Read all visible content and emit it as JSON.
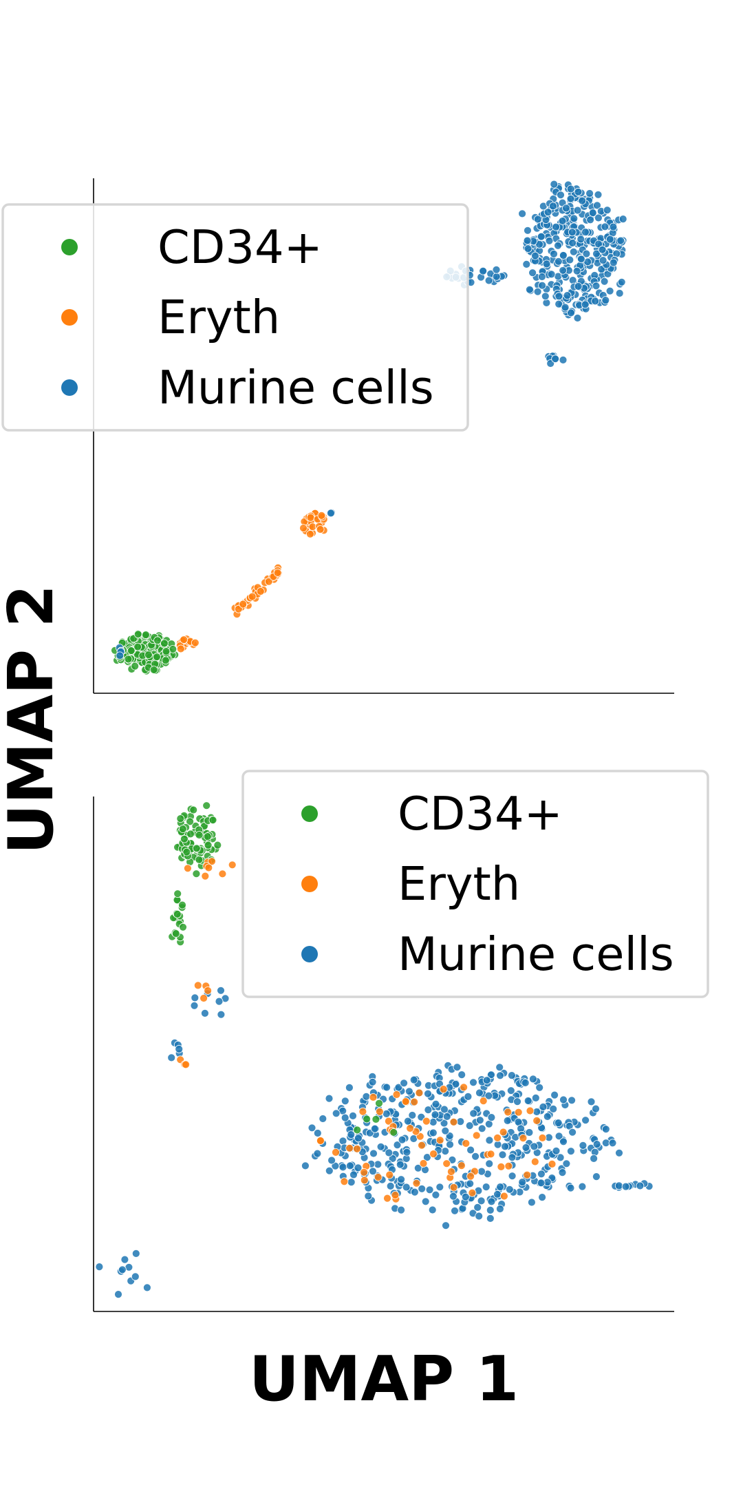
{
  "colors": {
    "CD34+": "#2ca02c",
    "Eryth": "#ff7f0e",
    "Murine cells": "#1f77b4"
  },
  "chart_data": [
    {
      "type": "scatter",
      "title": "",
      "xlabel": "",
      "ylabel": "",
      "legend": {
        "placement": "upper-left",
        "entries": [
          "CD34+",
          "Eryth",
          "Murine cells"
        ]
      },
      "grid": false,
      "xlim": [
        0,
        10
      ],
      "ylim": [
        0,
        10
      ],
      "clusters": [
        {
          "category": "Murine cells",
          "cx": 8.3,
          "cy": 8.6,
          "rx": 0.85,
          "ry": 1.25,
          "n": 340,
          "seed": 11
        },
        {
          "category": "Murine cells",
          "cx": 6.6,
          "cy": 8.1,
          "rx": 0.6,
          "ry": 0.18,
          "n": 28,
          "seed": 12
        },
        {
          "category": "Murine cells",
          "cx": 7.9,
          "cy": 6.5,
          "rx": 0.3,
          "ry": 0.1,
          "n": 8,
          "seed": 13
        },
        {
          "category": "Eryth",
          "cx": 3.8,
          "cy": 3.3,
          "rx": 0.2,
          "ry": 0.25,
          "n": 30,
          "seed": 14
        },
        {
          "category": "Eryth",
          "cx": 2.8,
          "cy": 2.0,
          "rx": 0.7,
          "ry": 0.05,
          "n": 40,
          "seed": 15,
          "line": [
            2.45,
            1.55,
            3.25,
            2.45
          ]
        },
        {
          "category": "CD34+",
          "cx": 0.9,
          "cy": 0.8,
          "rx": 0.5,
          "ry": 0.35,
          "n": 170,
          "seed": 16
        },
        {
          "category": "Eryth",
          "cx": 1.6,
          "cy": 0.95,
          "rx": 0.15,
          "ry": 0.12,
          "n": 14,
          "seed": 17
        },
        {
          "category": "Murine cells",
          "cx": 0.45,
          "cy": 0.8,
          "rx": 0.1,
          "ry": 0.08,
          "n": 4,
          "seed": 18
        },
        {
          "category": "Murine cells",
          "cx": 4.1,
          "cy": 3.5,
          "rx": 0.05,
          "ry": 0.05,
          "n": 2,
          "seed": 19
        }
      ]
    },
    {
      "type": "scatter",
      "title": "",
      "xlabel": "UMAP 1",
      "ylabel": "UMAP 2",
      "legend": {
        "placement": "upper-right",
        "entries": [
          "CD34+",
          "Eryth",
          "Murine cells"
        ]
      },
      "grid": false,
      "xlim": [
        0,
        10
      ],
      "ylim": [
        0,
        10
      ],
      "clusters": [
        {
          "category": "CD34+",
          "cx": 1.8,
          "cy": 9.2,
          "rx": 0.35,
          "ry": 0.6,
          "n": 90,
          "seed": 21
        },
        {
          "category": "CD34+",
          "cx": 1.45,
          "cy": 7.6,
          "rx": 0.1,
          "ry": 0.55,
          "n": 18,
          "seed": 22
        },
        {
          "category": "Eryth",
          "cx": 2.0,
          "cy": 8.6,
          "rx": 0.5,
          "ry": 0.2,
          "n": 8,
          "seed": 23
        },
        {
          "category": "Murine cells",
          "cx": 2.0,
          "cy": 6.0,
          "rx": 0.35,
          "ry": 0.3,
          "n": 8,
          "seed": 24
        },
        {
          "category": "Eryth",
          "cx": 1.8,
          "cy": 6.2,
          "rx": 0.2,
          "ry": 0.2,
          "n": 4,
          "seed": 25
        },
        {
          "category": "Murine cells",
          "cx": 1.4,
          "cy": 5.0,
          "rx": 0.1,
          "ry": 0.25,
          "n": 5,
          "seed": 26
        },
        {
          "category": "Eryth",
          "cx": 1.5,
          "cy": 4.8,
          "rx": 0.1,
          "ry": 0.1,
          "n": 3,
          "seed": 27
        },
        {
          "category": "Murine cells",
          "cx": 6.3,
          "cy": 3.3,
          "rx": 2.5,
          "ry": 1.4,
          "n": 430,
          "seed": 28
        },
        {
          "category": "Eryth",
          "cx": 6.0,
          "cy": 3.2,
          "rx": 2.2,
          "ry": 1.2,
          "n": 65,
          "seed": 29
        },
        {
          "category": "CD34+",
          "cx": 4.9,
          "cy": 3.6,
          "rx": 0.5,
          "ry": 0.4,
          "n": 5,
          "seed": 30
        },
        {
          "category": "Murine cells",
          "cx": 9.3,
          "cy": 2.45,
          "rx": 0.4,
          "ry": 0.05,
          "n": 10,
          "seed": 31
        },
        {
          "category": "Murine cells",
          "cx": 0.6,
          "cy": 0.7,
          "rx": 0.1,
          "ry": 0.35,
          "n": 10,
          "seed": 32,
          "line": [
            0.45,
            0.95,
            0.7,
            0.45
          ]
        }
      ]
    }
  ]
}
